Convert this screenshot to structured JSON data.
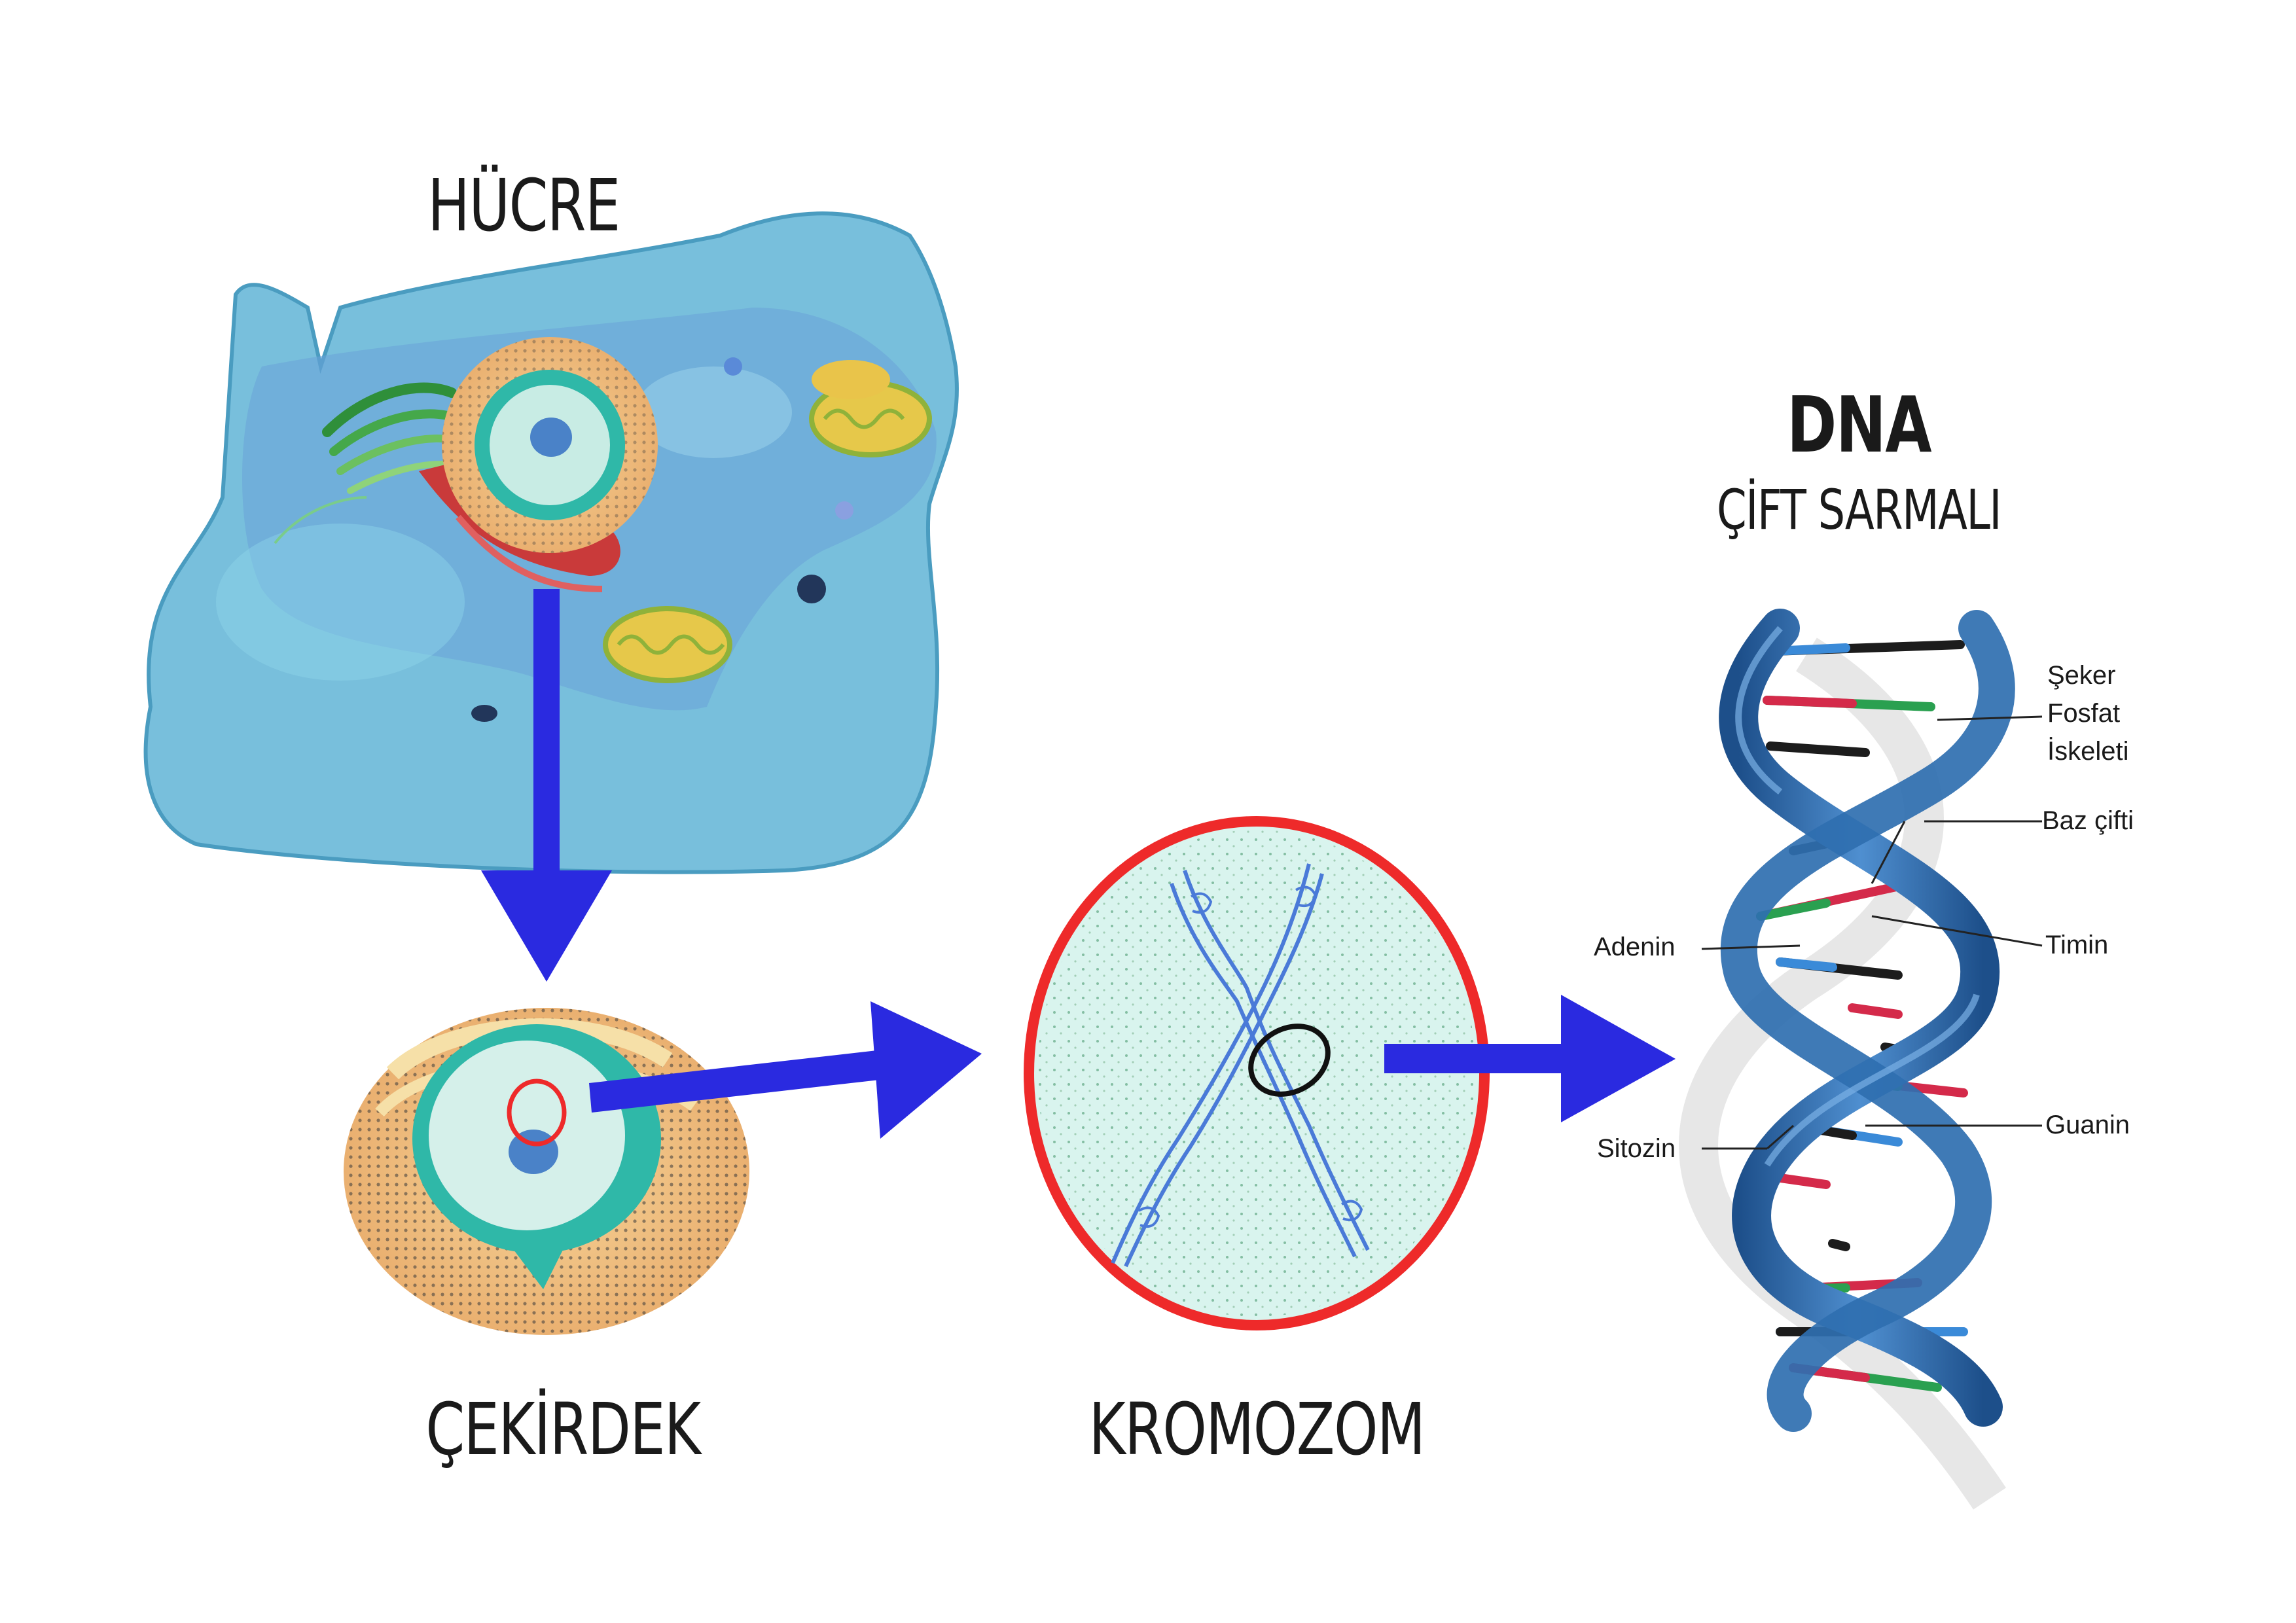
{
  "titles": {
    "cell": "HÜCRE",
    "nucleus": "ÇEKİRDEK",
    "chromosome": "KROMOZOM",
    "dna": "DNA",
    "dna_sub": "ÇİFT SARMALI"
  },
  "dna_labels": {
    "sugar_phosphate_line1": "Şeker",
    "sugar_phosphate_line2": "Fosfat",
    "sugar_phosphate_line3": "İskeleti",
    "base_pair": "Baz çifti",
    "thymine": "Timin",
    "adenine": "Adenin",
    "guanine": "Guanin",
    "cytosine": "Sitozin"
  },
  "colors": {
    "arrow": "#2a2ae0",
    "highlight_ring": "#ee2a2a",
    "helix": "#2f6fb0",
    "adenine": "#1c1c1c",
    "thymine": "#d42a4a",
    "guanine": "#2aa050",
    "cytosine": "#3a8ad8"
  },
  "icons": [
    "animal-cell-illustration",
    "nucleus-illustration",
    "chromosome-illustration",
    "dna-double-helix-illustration"
  ]
}
